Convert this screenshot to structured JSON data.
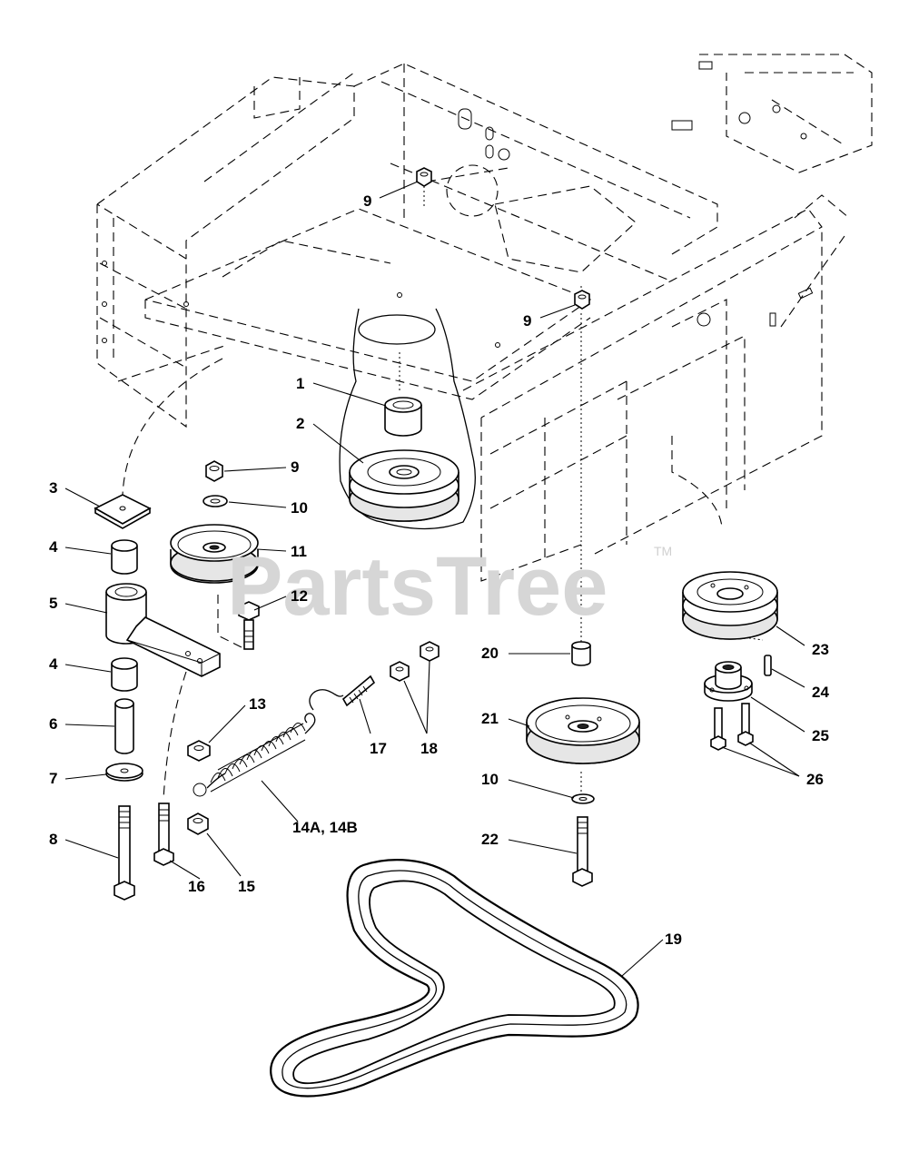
{
  "watermark": {
    "text": "PartsTree",
    "trademark": "TM"
  },
  "callouts": [
    {
      "id": "c1",
      "label": "1"
    },
    {
      "id": "c2",
      "label": "2"
    },
    {
      "id": "c3",
      "label": "3"
    },
    {
      "id": "c4a",
      "label": "4"
    },
    {
      "id": "c4b",
      "label": "4"
    },
    {
      "id": "c5",
      "label": "5"
    },
    {
      "id": "c6",
      "label": "6"
    },
    {
      "id": "c7",
      "label": "7"
    },
    {
      "id": "c8",
      "label": "8"
    },
    {
      "id": "c9a",
      "label": "9"
    },
    {
      "id": "c9b",
      "label": "9"
    },
    {
      "id": "c9c",
      "label": "9"
    },
    {
      "id": "c10a",
      "label": "10"
    },
    {
      "id": "c10b",
      "label": "10"
    },
    {
      "id": "c11",
      "label": "11"
    },
    {
      "id": "c12",
      "label": "12"
    },
    {
      "id": "c13",
      "label": "13"
    },
    {
      "id": "c14",
      "label": "14A, 14B"
    },
    {
      "id": "c15",
      "label": "15"
    },
    {
      "id": "c16",
      "label": "16"
    },
    {
      "id": "c17",
      "label": "17"
    },
    {
      "id": "c18",
      "label": "18"
    },
    {
      "id": "c19",
      "label": "19"
    },
    {
      "id": "c20",
      "label": "20"
    },
    {
      "id": "c21",
      "label": "21"
    },
    {
      "id": "c22",
      "label": "22"
    },
    {
      "id": "c23",
      "label": "23"
    },
    {
      "id": "c24",
      "label": "24"
    },
    {
      "id": "c25",
      "label": "25"
    },
    {
      "id": "c26",
      "label": "26"
    }
  ]
}
